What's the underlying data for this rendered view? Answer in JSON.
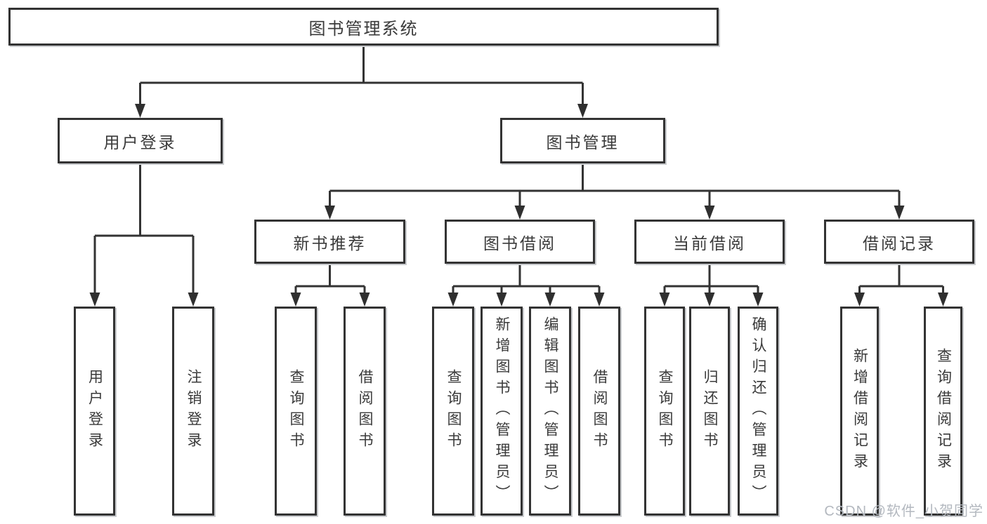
{
  "diagram": {
    "root": {
      "label": "图书管理系统",
      "children": [
        {
          "label": "用户登录",
          "children": [
            {
              "label": "用户登录"
            },
            {
              "label": "注销登录"
            }
          ]
        },
        {
          "label": "图书管理",
          "children": [
            {
              "label": "新书推荐",
              "children": [
                {
                  "label": "查询图书"
                },
                {
                  "label": "借阅图书"
                }
              ]
            },
            {
              "label": "图书借阅",
              "children": [
                {
                  "label": "查询图书"
                },
                {
                  "label": "新增图书（管理员）"
                },
                {
                  "label": "编辑图书（管理员）"
                },
                {
                  "label": "借阅图书"
                }
              ]
            },
            {
              "label": "当前借阅",
              "children": [
                {
                  "label": "查询图书"
                },
                {
                  "label": "归还图书"
                },
                {
                  "label": "确认归还（管理员）"
                }
              ]
            },
            {
              "label": "借阅记录",
              "children": [
                {
                  "label": "新增借阅记录"
                },
                {
                  "label": "查询借阅记录"
                }
              ]
            }
          ]
        }
      ]
    }
  },
  "watermark": {
    "text": "CSDN @软件_小贺同学"
  },
  "colors": {
    "line": "#333333",
    "box_border": "#333333",
    "text": "#3a3a3a",
    "watermark": "#b3b8bf",
    "background": "#ffffff"
  }
}
